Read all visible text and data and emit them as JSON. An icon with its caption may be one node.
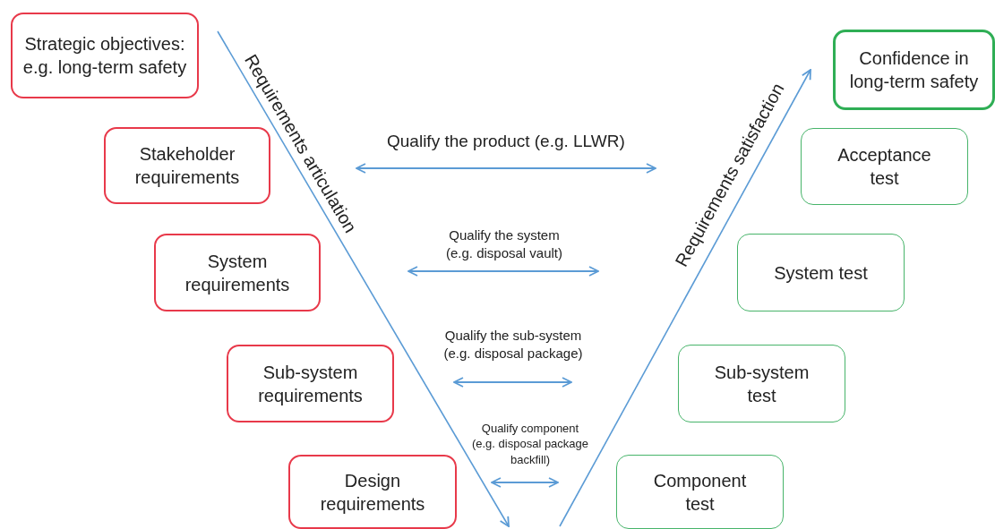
{
  "diagram": {
    "nodes": [
      {
        "text": [
          "Strategic objectives: e.g. long-term safety"
        ]
      },
      {
        "text": [
          "Stakeholder requirements"
        ]
      },
      {
        "text": [
          "System requirements"
        ]
      },
      {
        "text": [
          "Sub-system requirements"
        ]
      },
      {
        "text": [
          "Design requirements"
        ]
      },
      {
        "text": [
          "Confidence in long-term safety"
        ]
      },
      {
        "text": [
          "Acceptance test"
        ]
      },
      {
        "text": [
          "System test"
        ]
      },
      {
        "text": [
          "Sub-system test"
        ]
      },
      {
        "text": [
          "Component test"
        ]
      }
    ],
    "labels": [
      "Requirements articulation",
      "Qualify the product (e.g. LLWR)",
      "Requirements satisfaction",
      "Qualify the system (e.g. disposal vault)",
      "Qualify the sub-system (e.g. disposal package)",
      "Qualify component (e.g. disposal package backfill)"
    ]
  }
}
